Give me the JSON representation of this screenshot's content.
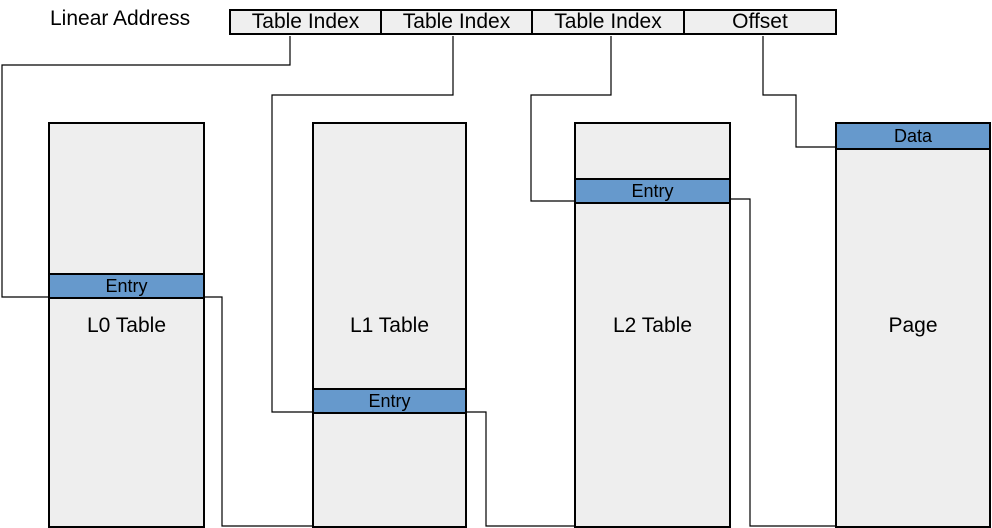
{
  "address": {
    "label": "Linear Address",
    "fields": [
      "Table Index",
      "Table Index",
      "Table Index",
      "Offset"
    ]
  },
  "tables": [
    {
      "name": "L0 Table",
      "entry": "Entry"
    },
    {
      "name": "L1 Table",
      "entry": "Entry"
    },
    {
      "name": "L2 Table",
      "entry": "Entry"
    },
    {
      "name": "Page",
      "entry": "Data"
    }
  ],
  "colors": {
    "entry_fill": "#6699cc",
    "table_fill": "#eeeeee",
    "field_fill": "#efefef",
    "line": "#000000"
  }
}
